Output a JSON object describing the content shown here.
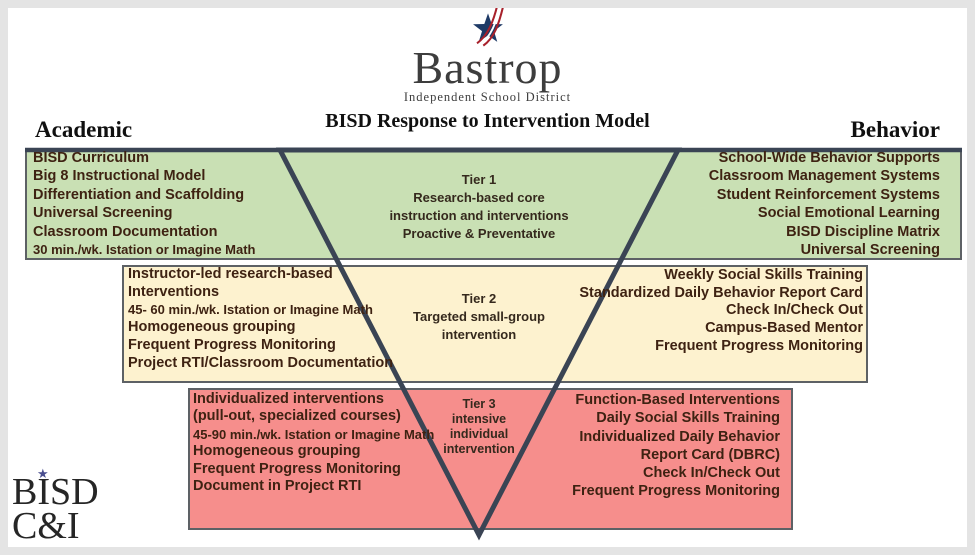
{
  "logo": {
    "name": "Bastrop",
    "subtitle": "Independent School District"
  },
  "title": "BISD Response to Intervention Model",
  "column_headers": {
    "left": "Academic",
    "right": "Behavior"
  },
  "tiers": [
    {
      "name": "Tier 1",
      "color": "#c9e0b4",
      "academic": [
        "BISD Curriculum",
        "Big 8 Instructional Model",
        "Differentiation and Scaffolding",
        "Universal Screening",
        "Classroom Documentation",
        "30 min./wk. Istation or Imagine Math"
      ],
      "label": [
        "Tier 1",
        "Research-based core",
        "instruction and interventions",
        "Proactive & Preventative"
      ],
      "behavior": [
        "School-Wide Behavior Supports",
        "Classroom Management Systems",
        "Student Reinforcement Systems",
        "Social Emotional Learning",
        "BISD Discipline Matrix",
        "Universal Screening"
      ]
    },
    {
      "name": "Tier 2",
      "color": "#fdf2cf",
      "academic": [
        "Instructor-led research-based",
        "Interventions",
        "45- 60 min./wk. Istation or Imagine Math",
        "Homogeneous grouping",
        "Frequent Progress Monitoring",
        "Project RTI/Classroom Documentation"
      ],
      "label": [
        "Tier 2",
        "Targeted small-group",
        "intervention"
      ],
      "behavior": [
        "Weekly Social Skills Training",
        "Standardized Daily Behavior Report Card",
        "Check In/Check Out",
        "Campus-Based Mentor",
        "Frequent Progress Monitoring"
      ]
    },
    {
      "name": "Tier 3",
      "color": "#f68e8c",
      "academic": [
        "Individualized interventions",
        "(pull-out, specialized courses)",
        "45-90 min./wk. Istation or Imagine Math",
        "Homogeneous grouping",
        "Frequent Progress Monitoring",
        "Document in Project RTI"
      ],
      "label": [
        "Tier 3",
        "intensive",
        "individual",
        "intervention"
      ],
      "behavior": [
        "Function-Based Interventions",
        "Daily Social Skills Training",
        "Individualized Daily Behavior",
        "Report Card (DBRC)",
        "Check In/Check Out",
        "Frequent Progress Monitoring"
      ]
    }
  ],
  "corner_logo": {
    "line1": "BISD",
    "line2": "C&I",
    "star": "★"
  },
  "colors": {
    "tier1_green": "#c9e0b4",
    "tier2_cream": "#fdf2cf",
    "tier3_salmon": "#f68e8c",
    "triangle": "#3a4454",
    "star_navy": "#1e3a66",
    "stripe_red": "#a8212b",
    "frame_gray": "#e4e4e4"
  }
}
